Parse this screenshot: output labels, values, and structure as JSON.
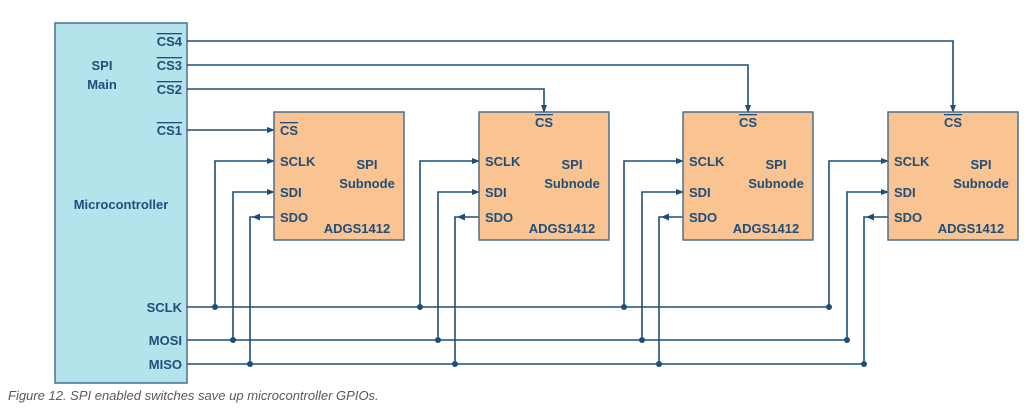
{
  "colors": {
    "main_fill": "#b4e3ec",
    "sub_fill": "#f9c392",
    "line": "#1f4e79",
    "box_border": "#4a6f8f"
  },
  "main": {
    "title_line1": "SPI",
    "title_line2": "Main",
    "name": "Microcontroller",
    "cs_pins": [
      "CS4",
      "CS3",
      "CS2",
      "CS1"
    ],
    "bus_pins": [
      "SCLK",
      "MOSI",
      "MISO"
    ]
  },
  "subnodes": [
    {
      "cs": "CS",
      "pins": [
        "SCLK",
        "SDI",
        "SDO"
      ],
      "title_line1": "SPI",
      "title_line2": "Subnode",
      "part": "ADGS1412"
    },
    {
      "cs": "CS",
      "pins": [
        "SCLK",
        "SDI",
        "SDO"
      ],
      "title_line1": "SPI",
      "title_line2": "Subnode",
      "part": "ADGS1412"
    },
    {
      "cs": "CS",
      "pins": [
        "SCLK",
        "SDI",
        "SDO"
      ],
      "title_line1": "SPI",
      "title_line2": "Subnode",
      "part": "ADGS1412"
    },
    {
      "cs": "CS",
      "pins": [
        "SCLK",
        "SDI",
        "SDO"
      ],
      "title_line1": "SPI",
      "title_line2": "Subnode",
      "part": "ADGS1412"
    }
  ],
  "caption": "Figure 12. SPI enabled switches save up microcontroller GPIOs."
}
